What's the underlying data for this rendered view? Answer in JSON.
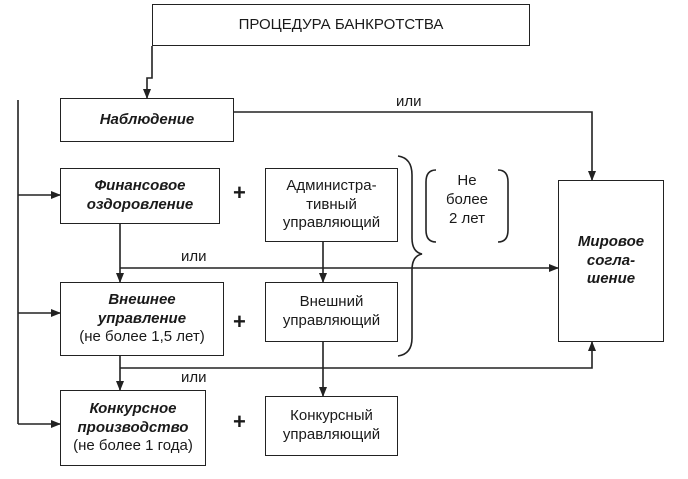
{
  "title": "ПРОЦЕДУРА БАНКРОТСТВА",
  "nodes": {
    "observation": "Наблюдение",
    "financial_recovery": [
      "Финансовое",
      "оздоровление"
    ],
    "external_management": [
      "Внешнее",
      "управление",
      "(не более 1,5 лет)"
    ],
    "bankruptcy_proceedings": [
      "Конкурсное",
      "производство",
      "(не более 1 года)"
    ],
    "settlement": [
      "Мировое",
      "согла-",
      "шение"
    ],
    "administrative_manager": [
      "Админиcтра-",
      "тивный",
      "управляющий"
    ],
    "external_manager": [
      "Внешний",
      "управляющий"
    ],
    "bankruptcy_manager": [
      "Конкурсный",
      "управляющий"
    ]
  },
  "connectors": {
    "or_label": "или",
    "plus": "+"
  },
  "time_note": [
    "Не",
    "более",
    "2 лет"
  ]
}
